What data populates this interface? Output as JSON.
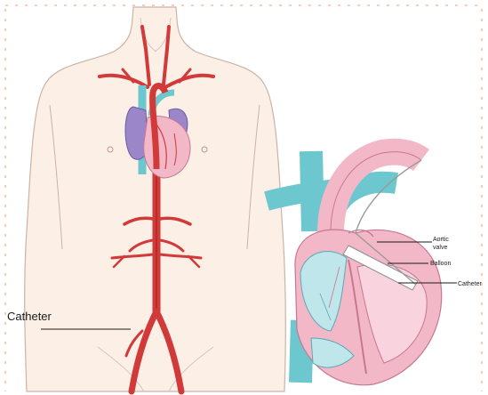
{
  "labels": {
    "catheter_body": "Catheter",
    "aortic_valve_line1": "Aortic",
    "aortic_valve_line2": "valve",
    "balloon": "Balloon",
    "catheter_heart": "Catheter"
  },
  "colors": {
    "skin": "#fcefe6",
    "skin_outline": "#c9b4a6",
    "artery": "#d23a3a",
    "artery_dark": "#a82424",
    "vein": "#6cc7cf",
    "heart_pink": "#f3b8c8",
    "heart_purple": "#9a86c9",
    "chamber": "#bfe6ea",
    "border_dash": "#f0b089"
  }
}
